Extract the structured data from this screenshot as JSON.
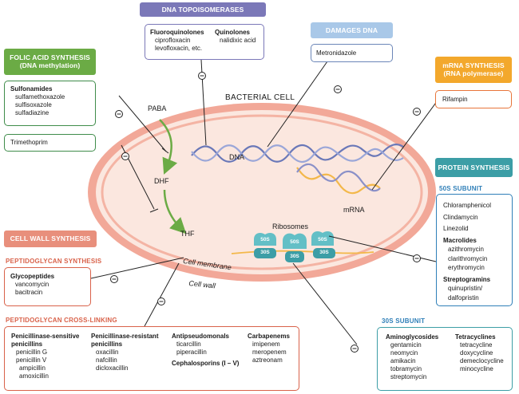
{
  "colors": {
    "purple": "#7b78b8",
    "light_blue": "#8eb4dc",
    "green": "#6bab45",
    "orange": "#f3a82c",
    "teal": "#3c9ea6",
    "salmon": "#e88f7c",
    "cell_wall": "#f0a394",
    "cell_inside": "#fbe6de"
  },
  "cell": {
    "title": "BACTERIAL CELL",
    "paba": "PABA",
    "dhf": "DHF",
    "thf": "THF",
    "dna": "DNA",
    "mrna": "mRNA",
    "ribosomes": "Ribosomes",
    "membrane": "Cell membrane",
    "wall": "Cell wall",
    "rib_50s": "50S",
    "rib_30s": "30S"
  },
  "topoisomerase": {
    "header": "DNA TOPOISOMERASES",
    "fluoro_title": "Fluoroquinolones",
    "fluoro_drugs": "ciprofloxacin\nlevofloxacin, etc.",
    "quin_title": "Quinolones",
    "quin_drugs": "nalidixic acid"
  },
  "damages": {
    "header": "DAMAGES DNA",
    "drug": "Metronidazole"
  },
  "folic": {
    "header": "FOLIC ACID SYNTHESIS",
    "header_sub": "(DNA methylation)",
    "sulf_title": "Sulfonamides",
    "sulf_drugs": [
      "sulfamethoxazole",
      "sulfisoxazole",
      "sulfadiazine"
    ],
    "trimethoprim": "Trimethoprim"
  },
  "mrna_synth": {
    "header": "mRNA SYNTHESIS",
    "header_sub": "(RNA polymerase)",
    "drug": "Rifampin"
  },
  "protein": {
    "header": "PROTEIN SYNTHESIS",
    "sub50": "50S SUBUNIT",
    "items50": [
      "Chloramphenicol",
      "Clindamycin",
      "Linezolid"
    ],
    "macro_title": "Macrolides",
    "macro_drugs": [
      "azithromycin",
      "clarithromycin",
      "erythromycin"
    ],
    "strep_title": "Streptogramins",
    "strep_drugs": [
      "quinupristin/",
      "dalfopristin"
    ],
    "sub30": "30S SUBUNIT",
    "amino_title": "Aminoglycosides",
    "amino_drugs": [
      "gentamicin",
      "neomycin",
      "amikacin",
      "tobramycin",
      "streptomycin"
    ],
    "tetra_title": "Tetracyclines",
    "tetra_drugs": [
      "tetracycline",
      "doxycycline",
      "demeclocycline",
      "minocycline"
    ]
  },
  "cellwall": {
    "header": "CELL WALL SYNTHESIS",
    "pepsynth": "PEPTIDOGLYCAN SYNTHESIS",
    "glyco_title": "Glycopeptides",
    "glyco_drugs": [
      "vancomycin",
      "bacitracin"
    ],
    "crosslink": "PEPTIDOGLYCAN CROSS-LINKING",
    "pen_title": [
      "Penicillinase-sensitive",
      "penicillins"
    ],
    "pen_drugs": [
      "penicillin G",
      "penicillin V"
    ],
    "pen_drugs2": [
      "ampicillin",
      "amoxicillin"
    ],
    "penres_title": [
      "Penicillinase-resistant",
      "penicillins"
    ],
    "penres_drugs": [
      "oxacillin",
      "nafcillin",
      "dicloxacillin"
    ],
    "anti_title": "Antipseudomonals",
    "anti_drugs": [
      "ticarcillin",
      "piperacillin"
    ],
    "ceph_title": "Cephalosporins (I – V)",
    "carb_title": "Carbapenems",
    "carb_drugs": [
      "imipenem",
      "meropenem",
      "aztreonam"
    ]
  }
}
